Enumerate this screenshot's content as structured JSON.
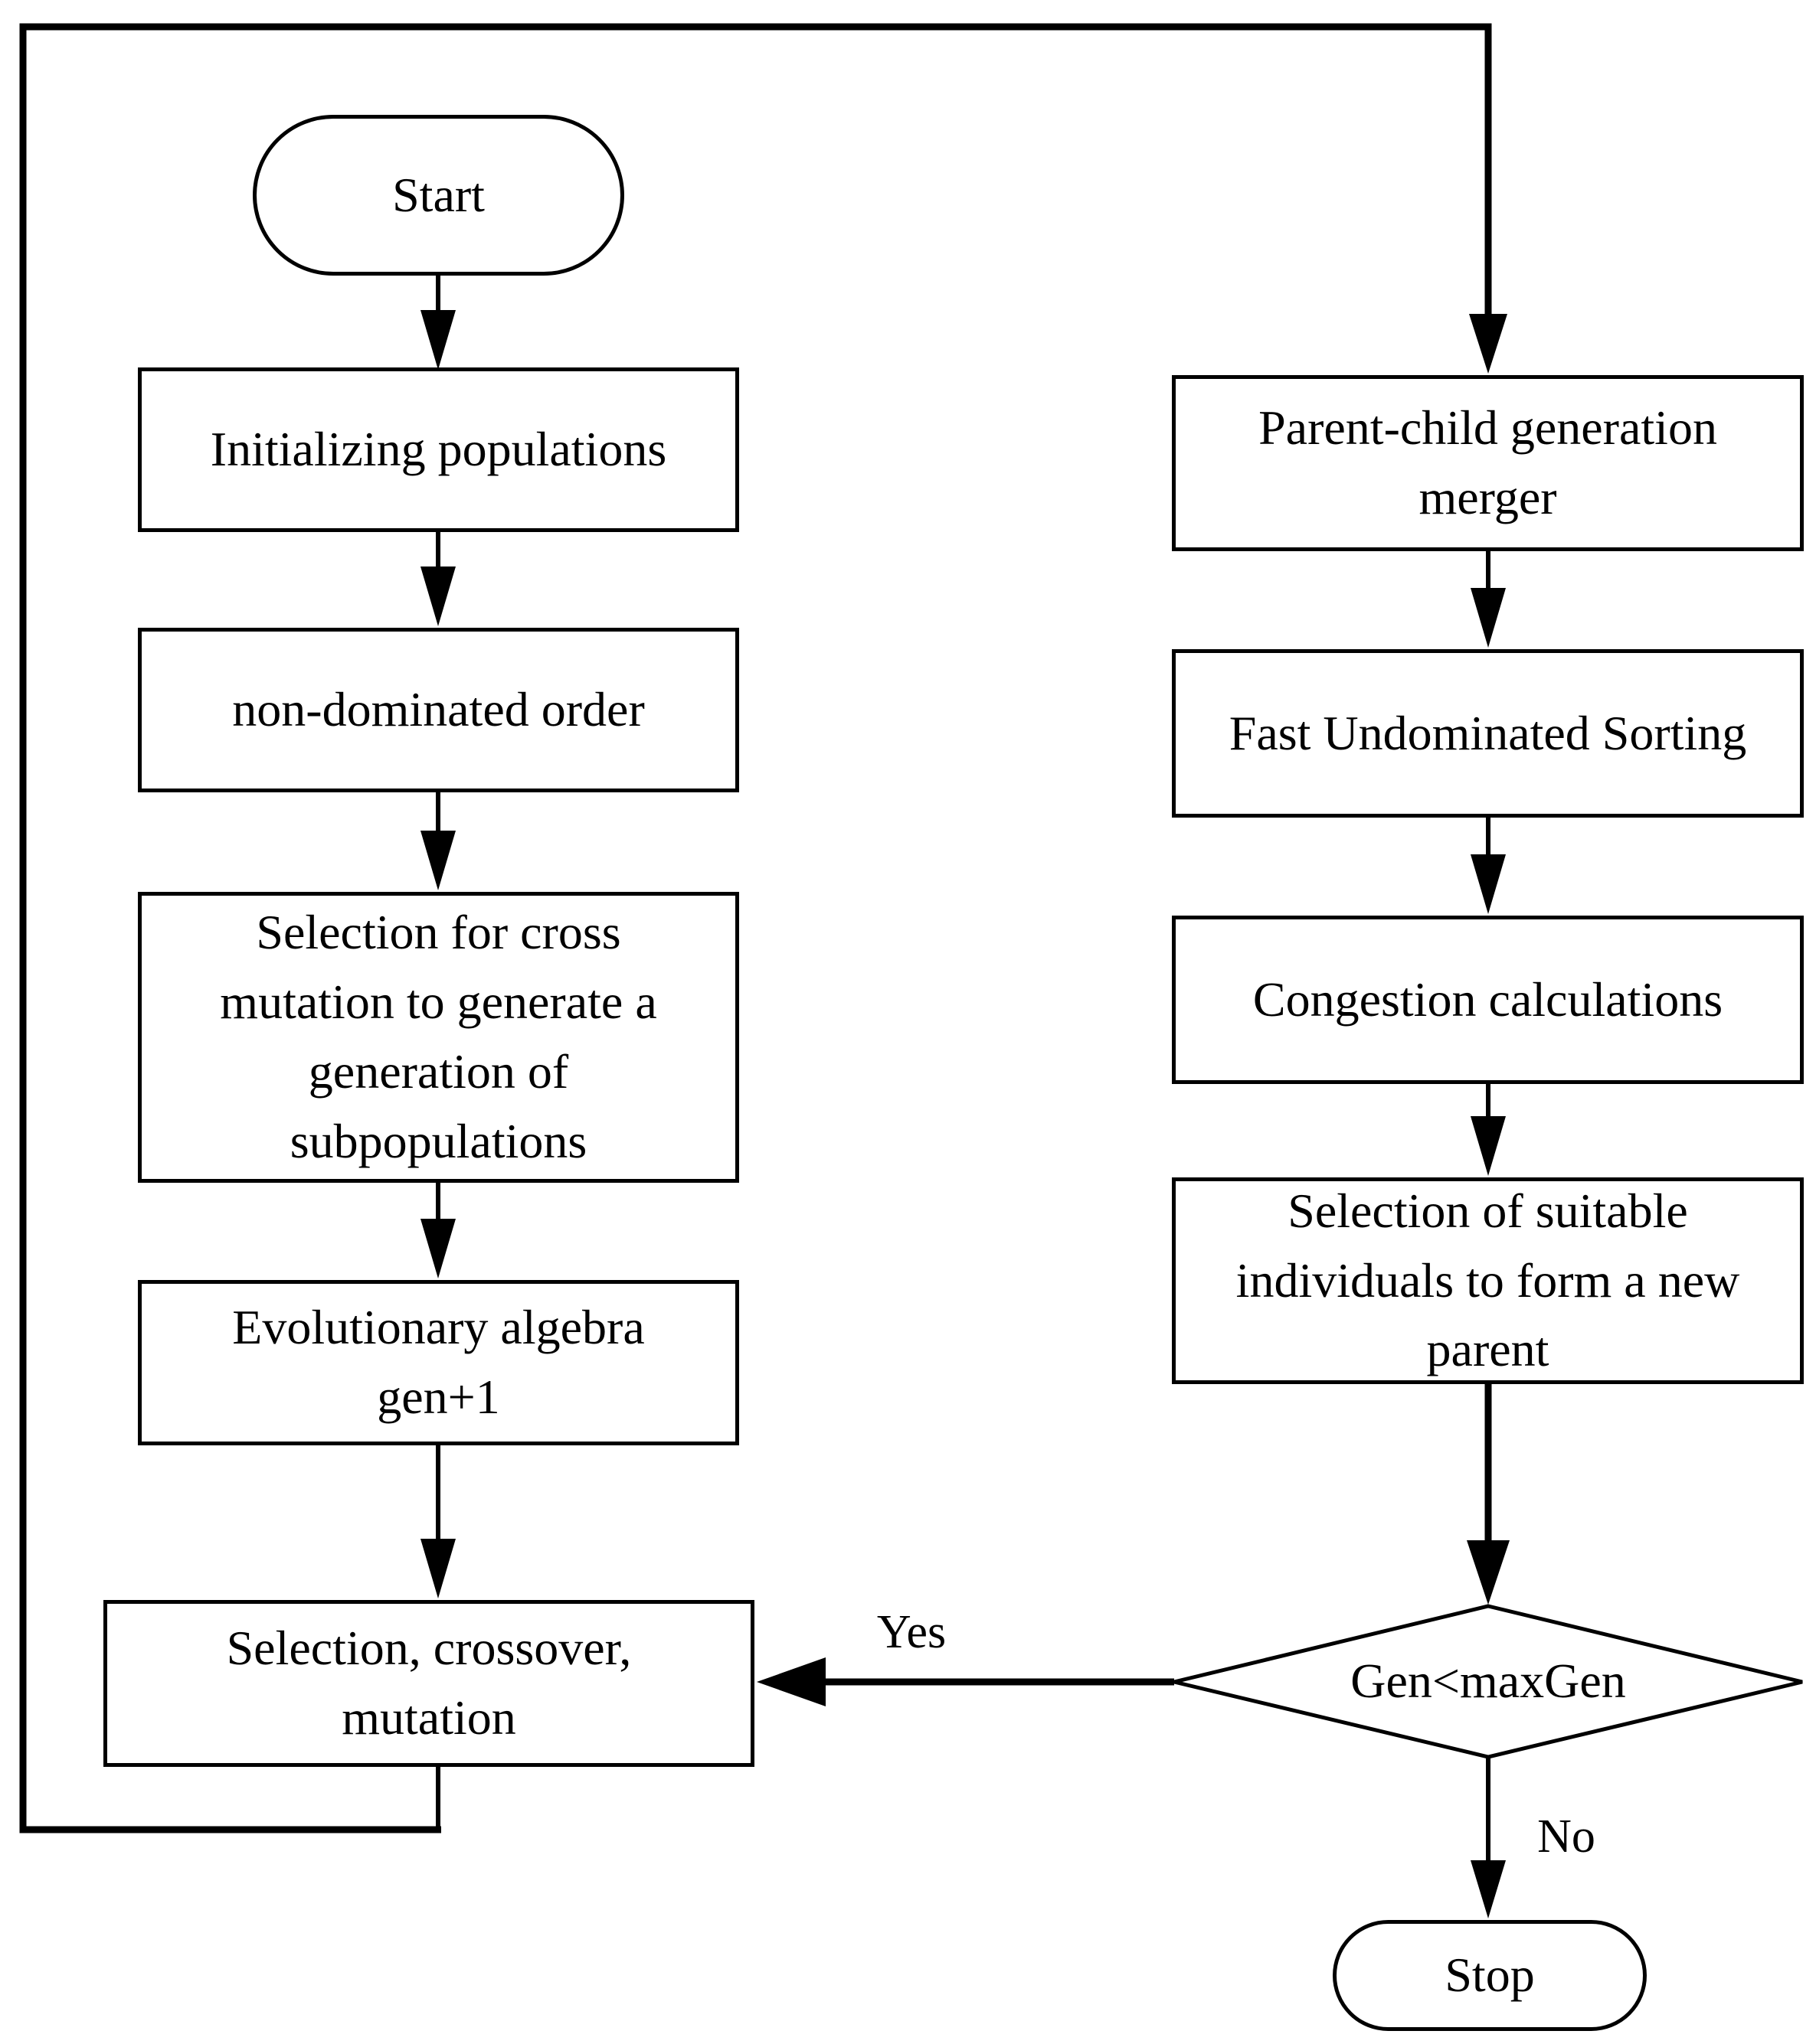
{
  "diagram": {
    "type": "flowchart",
    "background_color": "#ffffff",
    "line_color": "#000000"
  },
  "nodes": {
    "start": {
      "label": "Start",
      "shape": "terminator"
    },
    "init": {
      "label": "Initializing populations",
      "shape": "process"
    },
    "nondominated": {
      "label": "non-dominated order",
      "shape": "process"
    },
    "sel_cross": {
      "label": "Selection for cross mutation to generate a generation of subpopulations",
      "shape": "process"
    },
    "evolution": {
      "label": "Evolutionary algebra gen+1",
      "shape": "process"
    },
    "sel_mutation": {
      "label": "Selection, crossover, mutation",
      "shape": "process"
    },
    "merger": {
      "label": "Parent-child generation merger",
      "shape": "process"
    },
    "fast_sort": {
      "label": "Fast Undominated Sorting",
      "shape": "process"
    },
    "congestion": {
      "label": "Congestion calculations",
      "shape": "process"
    },
    "sel_suitable": {
      "label": "Selection of suitable individuals to form a new parent",
      "shape": "process"
    },
    "decision": {
      "label": "Gen<maxGen",
      "shape": "decision"
    },
    "stop": {
      "label": "Stop",
      "shape": "terminator"
    }
  },
  "edges": {
    "yes_label": "Yes",
    "no_label": "No"
  }
}
